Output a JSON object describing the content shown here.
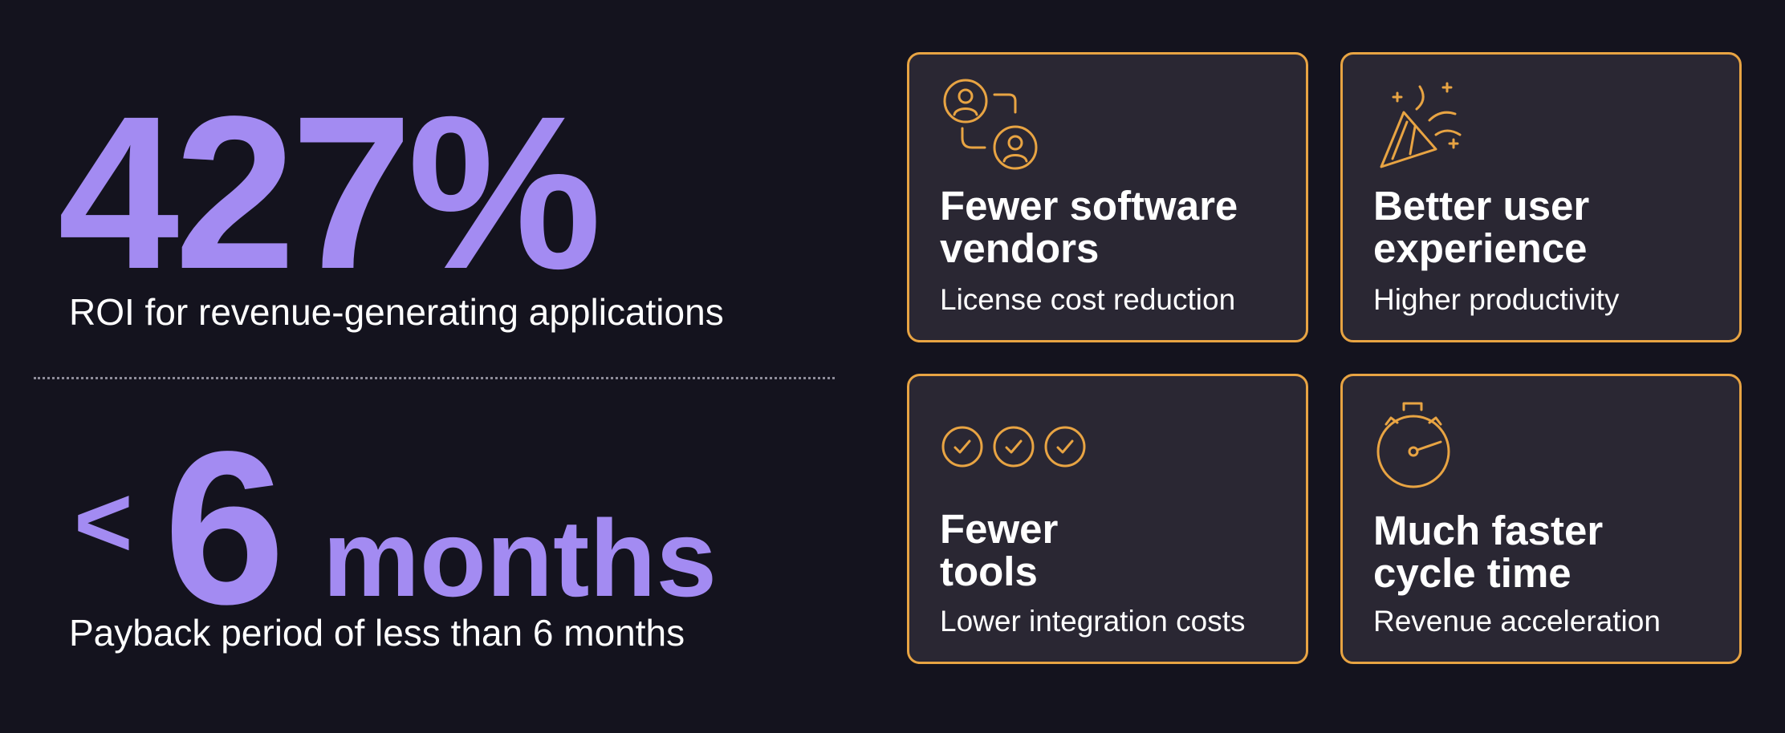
{
  "stats": {
    "roi": {
      "value": "427%",
      "caption": "ROI for revenue-generating applications"
    },
    "payback": {
      "symbol": "<",
      "number": "6",
      "unit": "months",
      "caption": "Payback period of less than 6 months"
    }
  },
  "cards": [
    {
      "icon": "people-swap-icon",
      "title": "Fewer software\nvendors",
      "subtitle": "License cost reduction"
    },
    {
      "icon": "party-popper-icon",
      "title": "Better user\nexperience",
      "subtitle": "Higher productivity"
    },
    {
      "icon": "three-checks-icon",
      "title": "Fewer\ntools",
      "subtitle": "Lower integration costs"
    },
    {
      "icon": "stopwatch-icon",
      "title": "Much faster\ncycle time",
      "subtitle": "Revenue acceleration"
    }
  ],
  "colors": {
    "background": "#14131e",
    "accent_purple": "#a38bf2",
    "card_border": "#e8a443",
    "card_background": "#2a2733",
    "text": "#ffffff"
  }
}
